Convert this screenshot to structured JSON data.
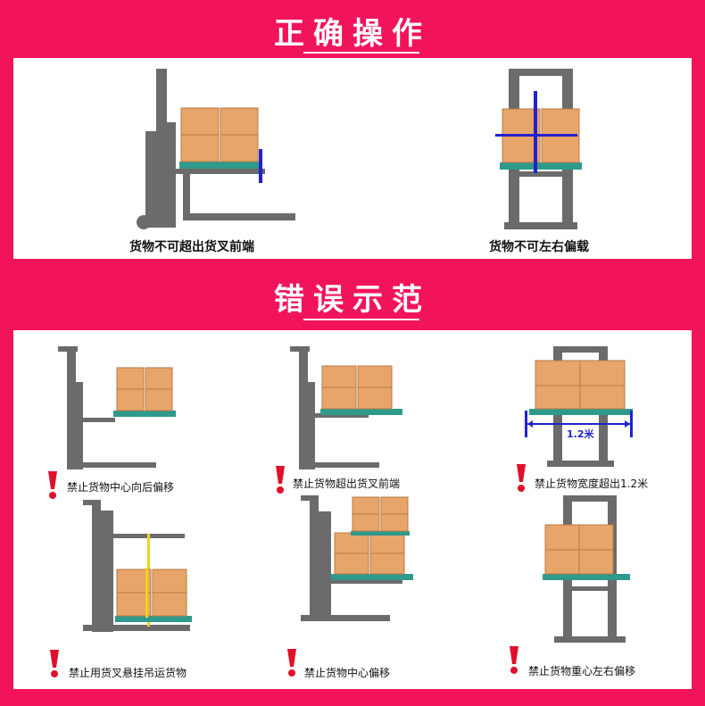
{
  "correct_section": {
    "title": "正确操作",
    "captions": [
      "货物不可超出货叉前端",
      "货物不可左右偏载"
    ]
  },
  "wrong_section": {
    "title": "错误示范",
    "captions": [
      "禁止货物中心向后偏移",
      "禁止货物超出货叉前端",
      "禁止货物宽度超出1.2米",
      "禁止用货叉悬挂吊运货物",
      "禁止货物中心偏移",
      "禁止货物重心左右偏移"
    ],
    "width_label": "1.2米"
  },
  "colors": {
    "background": "#f2145a",
    "mast": "#6b6b6b",
    "pallet": "#2e9a8c",
    "box": "#e8a56a",
    "marker": "#2222cc",
    "strap": "#f2d21e",
    "warning": "#e0102a"
  },
  "icons": [
    "warning-exclamation-icon"
  ]
}
